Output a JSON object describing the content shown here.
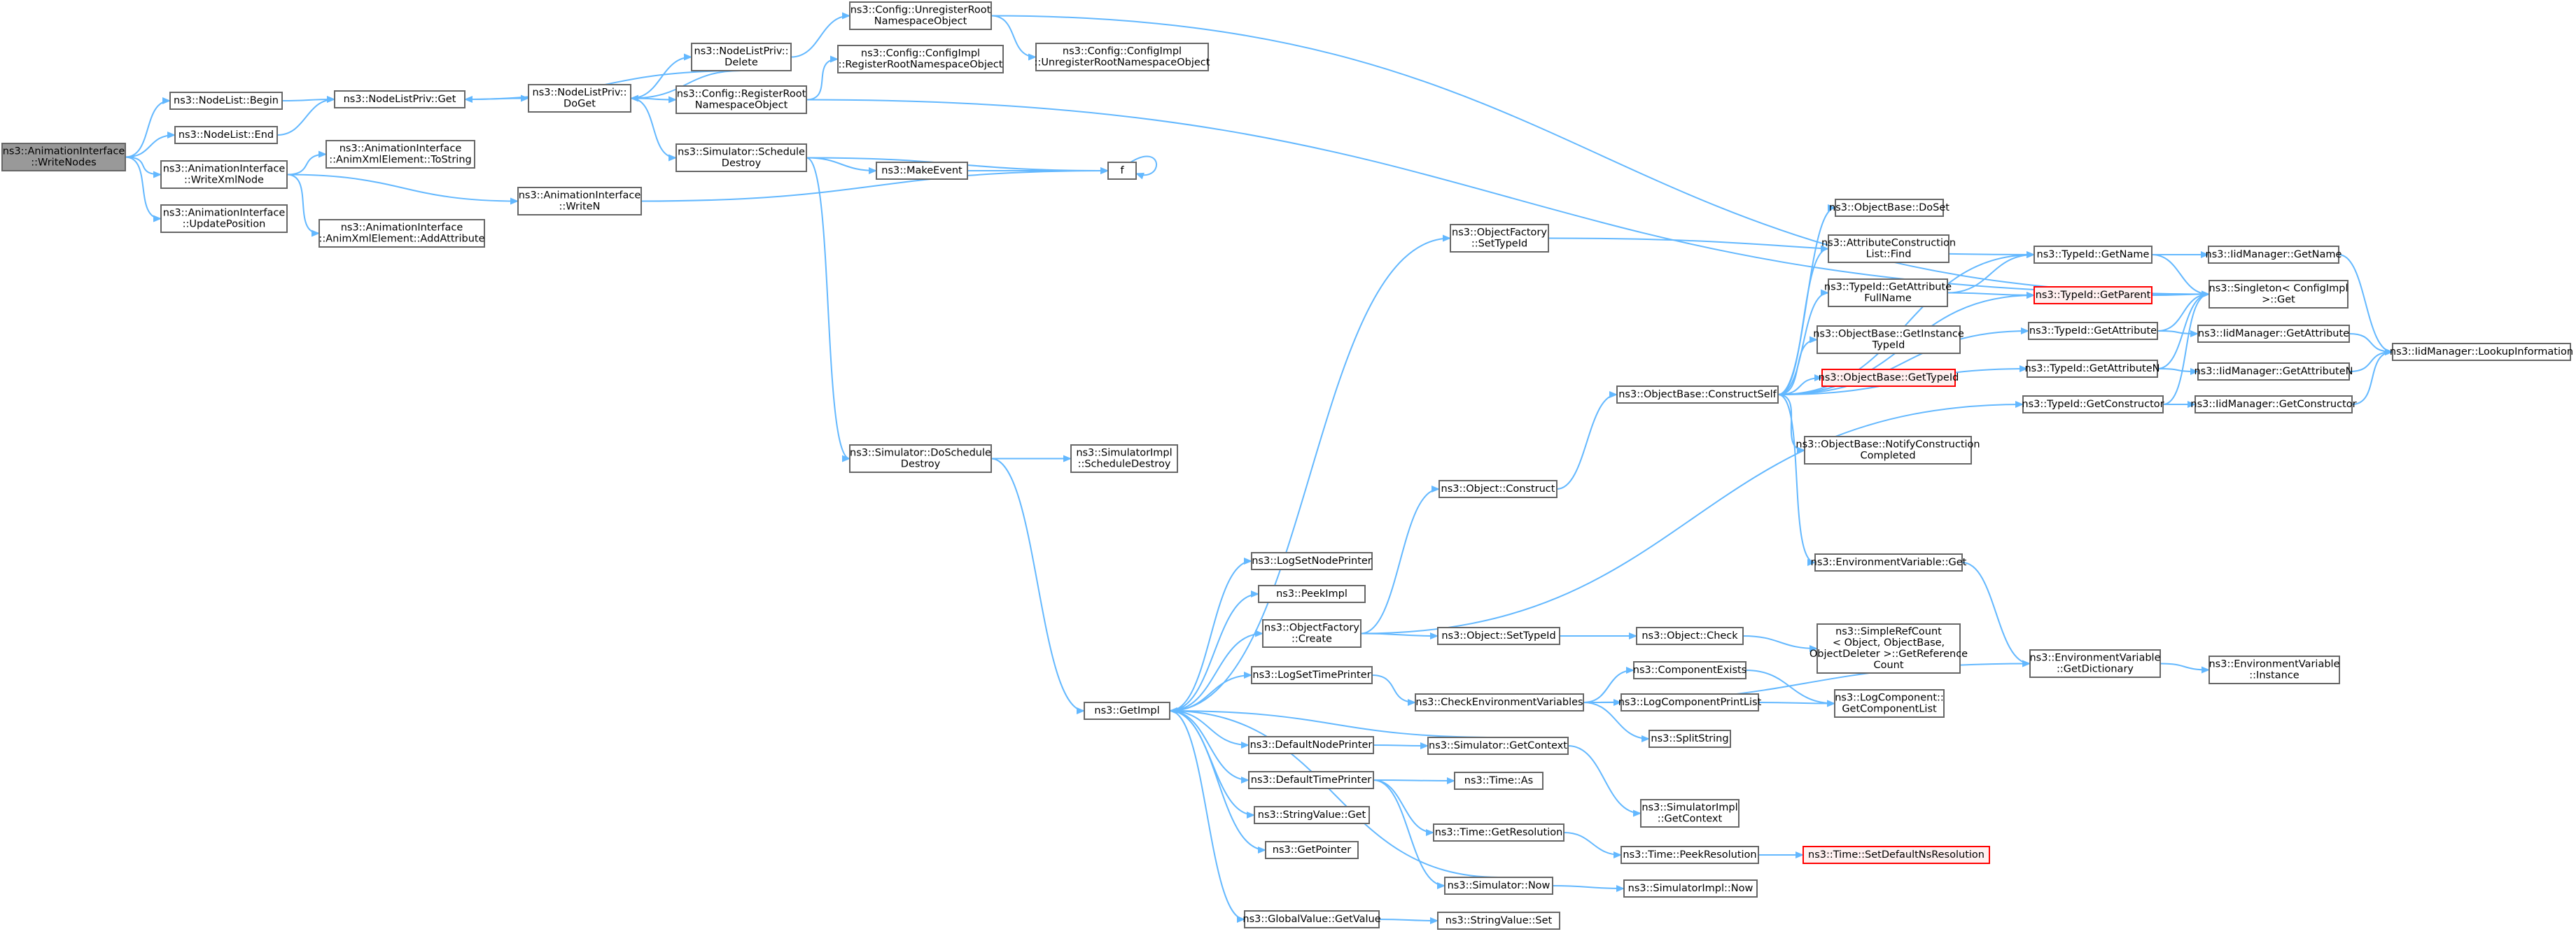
{
  "graph": {
    "nodes": [
      {
        "id": "root",
        "lines": [
          "ns3::AnimationInterface",
          "::WriteNodes"
        ],
        "style": "root",
        "interactable": true
      },
      {
        "id": "nl_begin",
        "lines": [
          "ns3::NodeList::Begin"
        ],
        "interactable": true
      },
      {
        "id": "nl_end",
        "lines": [
          "ns3::NodeList::End"
        ],
        "interactable": true
      },
      {
        "id": "ai_writexml",
        "lines": [
          "ns3::AnimationInterface",
          "::WriteXmlNode"
        ],
        "interactable": true
      },
      {
        "id": "ai_update",
        "lines": [
          "ns3::AnimationInterface",
          "::UpdatePosition"
        ],
        "interactable": true
      },
      {
        "id": "nlp_get",
        "lines": [
          "ns3::NodeListPriv::Get"
        ],
        "interactable": true
      },
      {
        "id": "tostring",
        "lines": [
          "ns3::AnimationInterface",
          "::AnimXmlElement::ToString"
        ],
        "interactable": true
      },
      {
        "id": "addattr",
        "lines": [
          "ns3::AnimationInterface",
          "::AnimXmlElement::AddAttribute"
        ],
        "interactable": true
      },
      {
        "id": "nlp_doget",
        "lines": [
          "ns3::NodeListPriv::",
          "DoGet"
        ],
        "interactable": true
      },
      {
        "id": "ai_writen",
        "lines": [
          "ns3::AnimationInterface",
          "::WriteN"
        ],
        "interactable": true
      },
      {
        "id": "nlp_delete",
        "lines": [
          "ns3::NodeListPriv::",
          "Delete"
        ],
        "interactable": true
      },
      {
        "id": "cfg_regroot",
        "lines": [
          "ns3::Config::RegisterRoot",
          "NamespaceObject"
        ],
        "interactable": true
      },
      {
        "id": "sim_sched",
        "lines": [
          "ns3::Simulator::Schedule",
          "Destroy"
        ],
        "interactable": true
      },
      {
        "id": "cfg_unreg",
        "lines": [
          "ns3::Config::UnregisterRoot",
          "NamespaceObject"
        ],
        "interactable": true
      },
      {
        "id": "cfgimpl_reg",
        "lines": [
          "ns3::Config::ConfigImpl",
          "::RegisterRootNamespaceObject"
        ],
        "interactable": true
      },
      {
        "id": "cfgimpl_unreg",
        "lines": [
          "ns3::Config::ConfigImpl",
          "::UnregisterRootNamespaceObject"
        ],
        "interactable": true
      },
      {
        "id": "makeevent",
        "lines": [
          "ns3::MakeEvent"
        ],
        "interactable": true
      },
      {
        "id": "f",
        "lines": [
          "f"
        ],
        "interactable": true
      },
      {
        "id": "sim_dosched",
        "lines": [
          "ns3::Simulator::DoSchedule",
          "Destroy"
        ],
        "interactable": true
      },
      {
        "id": "simimpl_sched",
        "lines": [
          "ns3::SimulatorImpl",
          "::ScheduleDestroy"
        ],
        "interactable": true
      },
      {
        "id": "getimpl",
        "lines": [
          "ns3::GetImpl"
        ],
        "interactable": true
      },
      {
        "id": "logsetnode",
        "lines": [
          "ns3::LogSetNodePrinter"
        ],
        "interactable": true
      },
      {
        "id": "peekimpl",
        "lines": [
          "ns3::PeekImpl"
        ],
        "interactable": true
      },
      {
        "id": "objfact_create",
        "lines": [
          "ns3::ObjectFactory",
          "::Create"
        ],
        "interactable": true
      },
      {
        "id": "logsettime",
        "lines": [
          "ns3::LogSetTimePrinter"
        ],
        "interactable": true
      },
      {
        "id": "defnode",
        "lines": [
          "ns3::DefaultNodePrinter"
        ],
        "interactable": true
      },
      {
        "id": "deftime",
        "lines": [
          "ns3::DefaultTimePrinter"
        ],
        "interactable": true
      },
      {
        "id": "strval_get",
        "lines": [
          "ns3::StringValue::Get"
        ],
        "interactable": true
      },
      {
        "id": "getpointer",
        "lines": [
          "ns3::GetPointer"
        ],
        "interactable": true
      },
      {
        "id": "globval",
        "lines": [
          "ns3::GlobalValue::GetValue"
        ],
        "interactable": true
      },
      {
        "id": "objfact_settype",
        "lines": [
          "ns3::ObjectFactory",
          "::SetTypeId"
        ],
        "interactable": true
      },
      {
        "id": "obj_construct",
        "lines": [
          "ns3::Object::Construct"
        ],
        "interactable": true
      },
      {
        "id": "obj_settype",
        "lines": [
          "ns3::Object::SetTypeId"
        ],
        "interactable": true
      },
      {
        "id": "checkenv",
        "lines": [
          "ns3::CheckEnvironmentVariables"
        ],
        "interactable": true
      },
      {
        "id": "sim_getctx",
        "lines": [
          "ns3::Simulator::GetContext"
        ],
        "interactable": true
      },
      {
        "id": "time_as",
        "lines": [
          "ns3::Time::As"
        ],
        "interactable": true
      },
      {
        "id": "time_getres",
        "lines": [
          "ns3::Time::GetResolution"
        ],
        "interactable": true
      },
      {
        "id": "sim_now",
        "lines": [
          "ns3::Simulator::Now"
        ],
        "interactable": true
      },
      {
        "id": "strval_set",
        "lines": [
          "ns3::StringValue::Set"
        ],
        "interactable": true
      },
      {
        "id": "ob_constructself",
        "lines": [
          "ns3::ObjectBase::ConstructSelf"
        ],
        "interactable": true
      },
      {
        "id": "obj_check",
        "lines": [
          "ns3::Object::Check"
        ],
        "interactable": true
      },
      {
        "id": "compexists",
        "lines": [
          "ns3::ComponentExists"
        ],
        "interactable": true
      },
      {
        "id": "logcompprint",
        "lines": [
          "ns3::LogComponentPrintList"
        ],
        "interactable": true
      },
      {
        "id": "splitstring",
        "lines": [
          "ns3::SplitString"
        ],
        "interactable": true
      },
      {
        "id": "simimpl_getctx",
        "lines": [
          "ns3::SimulatorImpl",
          "::GetContext"
        ],
        "interactable": true
      },
      {
        "id": "time_peekres",
        "lines": [
          "ns3::Time::PeekResolution"
        ],
        "interactable": true
      },
      {
        "id": "simimpl_now",
        "lines": [
          "ns3::SimulatorImpl::Now"
        ],
        "interactable": true
      },
      {
        "id": "ob_doset",
        "lines": [
          "ns3::ObjectBase::DoSet"
        ],
        "interactable": true
      },
      {
        "id": "attrconst",
        "lines": [
          "ns3::AttributeConstruction",
          "List::Find"
        ],
        "interactable": true
      },
      {
        "id": "tid_getattrfull",
        "lines": [
          "ns3::TypeId::GetAttribute",
          "FullName"
        ],
        "interactable": true
      },
      {
        "id": "ob_getinst",
        "lines": [
          "ns3::ObjectBase::GetInstance",
          "TypeId"
        ],
        "interactable": true
      },
      {
        "id": "ob_gettypeid",
        "lines": [
          "ns3::ObjectBase::GetTypeId"
        ],
        "style": "red",
        "interactable": true
      },
      {
        "id": "ob_notify",
        "lines": [
          "ns3::ObjectBase::NotifyConstruction",
          "Completed"
        ],
        "interactable": true
      },
      {
        "id": "envvar_get",
        "lines": [
          "ns3::EnvironmentVariable::Get"
        ],
        "interactable": true
      },
      {
        "id": "simplerefcount",
        "lines": [
          "ns3::SimpleRefCount",
          "< Object, ObjectBase,",
          "ObjectDeleter >::GetReference",
          "Count"
        ],
        "interactable": true
      },
      {
        "id": "logcomp_getlist",
        "lines": [
          "ns3::LogComponent::",
          "GetComponentList"
        ],
        "interactable": true
      },
      {
        "id": "time_setdefault",
        "lines": [
          "ns3::Time::SetDefaultNsResolution"
        ],
        "style": "red",
        "interactable": true
      },
      {
        "id": "tid_getname",
        "lines": [
          "ns3::TypeId::GetName"
        ],
        "interactable": true
      },
      {
        "id": "tid_getparent",
        "lines": [
          "ns3::TypeId::GetParent"
        ],
        "style": "red",
        "interactable": true
      },
      {
        "id": "tid_getattr",
        "lines": [
          "ns3::TypeId::GetAttribute"
        ],
        "interactable": true
      },
      {
        "id": "tid_getattrn",
        "lines": [
          "ns3::TypeId::GetAttributeN"
        ],
        "interactable": true
      },
      {
        "id": "tid_getctor",
        "lines": [
          "ns3::TypeId::GetConstructor"
        ],
        "interactable": true
      },
      {
        "id": "envvar_getdict",
        "lines": [
          "ns3::EnvironmentVariable",
          "::GetDictionary"
        ],
        "interactable": true
      },
      {
        "id": "iid_getname",
        "lines": [
          "ns3::IidManager::GetName"
        ],
        "interactable": true
      },
      {
        "id": "singleton_get",
        "lines": [
          "ns3::Singleton< ConfigImpl",
          ">::Get"
        ],
        "interactable": true
      },
      {
        "id": "iid_getattr",
        "lines": [
          "ns3::IidManager::GetAttribute"
        ],
        "interactable": true
      },
      {
        "id": "iid_getattrn",
        "lines": [
          "ns3::IidManager::GetAttributeN"
        ],
        "interactable": true
      },
      {
        "id": "iid_getctor",
        "lines": [
          "ns3::IidManager::GetConstructor"
        ],
        "interactable": true
      },
      {
        "id": "envvar_inst",
        "lines": [
          "ns3::EnvironmentVariable",
          "::Instance"
        ],
        "interactable": true
      },
      {
        "id": "iid_lookup",
        "lines": [
          "ns3::IidManager::LookupInformation"
        ],
        "interactable": true
      }
    ],
    "edges": [
      [
        "root",
        "nl_begin"
      ],
      [
        "root",
        "nl_end"
      ],
      [
        "root",
        "ai_writexml"
      ],
      [
        "root",
        "ai_update"
      ],
      [
        "nl_begin",
        "nlp_get"
      ],
      [
        "nl_end",
        "nlp_get"
      ],
      [
        "ai_writexml",
        "tostring"
      ],
      [
        "ai_writexml",
        "addattr"
      ],
      [
        "ai_writexml",
        "ai_writen"
      ],
      [
        "nlp_get",
        "nlp_doget"
      ],
      [
        "nlp_doget",
        "nlp_delete"
      ],
      [
        "nlp_doget",
        "cfg_regroot"
      ],
      [
        "nlp_doget",
        "sim_sched"
      ],
      [
        "nlp_delete",
        "nlp_get"
      ],
      [
        "nlp_delete",
        "nlp_doget"
      ],
      [
        "nlp_delete",
        "cfg_unreg"
      ],
      [
        "cfg_regroot",
        "cfgimpl_reg"
      ],
      [
        "cfg_regroot",
        "singleton_get"
      ],
      [
        "cfg_unreg",
        "cfgimpl_unreg"
      ],
      [
        "cfg_unreg",
        "singleton_get"
      ],
      [
        "sim_sched",
        "makeevent"
      ],
      [
        "sim_sched",
        "f"
      ],
      [
        "sim_sched",
        "sim_dosched"
      ],
      [
        "makeevent",
        "f"
      ],
      [
        "f",
        "f"
      ],
      [
        "ai_writen",
        "f"
      ],
      [
        "sim_dosched",
        "simimpl_sched"
      ],
      [
        "sim_dosched",
        "getimpl"
      ],
      [
        "getimpl",
        "objfact_settype"
      ],
      [
        "getimpl",
        "logsetnode"
      ],
      [
        "getimpl",
        "peekimpl"
      ],
      [
        "getimpl",
        "objfact_create"
      ],
      [
        "getimpl",
        "logsettime"
      ],
      [
        "getimpl",
        "defnode"
      ],
      [
        "getimpl",
        "deftime"
      ],
      [
        "getimpl",
        "strval_get"
      ],
      [
        "getimpl",
        "getpointer"
      ],
      [
        "getimpl",
        "globval"
      ],
      [
        "objfact_settype",
        "tid_getname"
      ],
      [
        "objfact_create",
        "obj_construct"
      ],
      [
        "objfact_create",
        "obj_settype"
      ],
      [
        "objfact_create",
        "tid_getctor"
      ],
      [
        "obj_construct",
        "ob_constructself"
      ],
      [
        "obj_settype",
        "obj_check"
      ],
      [
        "obj_check",
        "simplerefcount"
      ],
      [
        "logsettime",
        "checkenv"
      ],
      [
        "checkenv",
        "compexists"
      ],
      [
        "checkenv",
        "logcompprint"
      ],
      [
        "checkenv",
        "splitstring"
      ],
      [
        "checkenv",
        "envvar_getdict"
      ],
      [
        "compexists",
        "logcomp_getlist"
      ],
      [
        "logcompprint",
        "logcomp_getlist"
      ],
      [
        "defnode",
        "sim_getctx"
      ],
      [
        "sim_getctx",
        "getimpl"
      ],
      [
        "sim_getctx",
        "simimpl_getctx"
      ],
      [
        "deftime",
        "time_as"
      ],
      [
        "deftime",
        "time_getres"
      ],
      [
        "deftime",
        "sim_now"
      ],
      [
        "time_getres",
        "time_peekres"
      ],
      [
        "time_peekres",
        "time_setdefault"
      ],
      [
        "sim_now",
        "getimpl"
      ],
      [
        "sim_now",
        "simimpl_now"
      ],
      [
        "globval",
        "strval_set"
      ],
      [
        "ob_constructself",
        "ob_doset"
      ],
      [
        "ob_constructself",
        "attrconst"
      ],
      [
        "ob_constructself",
        "tid_getattrfull"
      ],
      [
        "ob_constructself",
        "ob_getinst"
      ],
      [
        "ob_constructself",
        "ob_gettypeid"
      ],
      [
        "ob_constructself",
        "ob_notify"
      ],
      [
        "ob_constructself",
        "envvar_get"
      ],
      [
        "ob_constructself",
        "tid_getname"
      ],
      [
        "ob_constructself",
        "tid_getparent"
      ],
      [
        "ob_constructself",
        "tid_getattr"
      ],
      [
        "ob_constructself",
        "tid_getattrn"
      ],
      [
        "tid_getattrfull",
        "tid_getname"
      ],
      [
        "tid_getattrfull",
        "tid_getparent"
      ],
      [
        "envvar_get",
        "envvar_getdict"
      ],
      [
        "envvar_getdict",
        "envvar_inst"
      ],
      [
        "tid_getname",
        "iid_getname"
      ],
      [
        "tid_getname",
        "singleton_get"
      ],
      [
        "tid_getparent",
        "singleton_get"
      ],
      [
        "tid_getattr",
        "iid_getattr"
      ],
      [
        "tid_getattr",
        "singleton_get"
      ],
      [
        "tid_getattrn",
        "iid_getattrn"
      ],
      [
        "tid_getattrn",
        "singleton_get"
      ],
      [
        "tid_getctor",
        "iid_getctor"
      ],
      [
        "tid_getctor",
        "singleton_get"
      ],
      [
        "iid_getname",
        "iid_lookup"
      ],
      [
        "iid_getattr",
        "iid_lookup"
      ],
      [
        "iid_getattrn",
        "iid_lookup"
      ],
      [
        "iid_getctor",
        "iid_lookup"
      ]
    ]
  }
}
